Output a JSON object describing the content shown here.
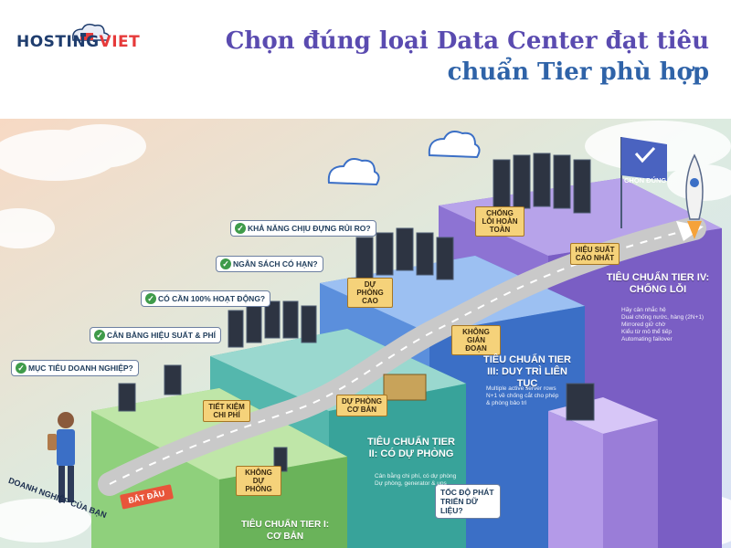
{
  "brand": {
    "name_part1": "HOSTING",
    "name_part2": "VIET"
  },
  "title": {
    "line1": "Chọn đúng loại Data Center đạt tiêu",
    "line2": "chuẩn Tier phù hợp"
  },
  "questions": [
    "KHẢ NĂNG CHỊU ĐỰNG RỦI RO?",
    "NGÂN SÁCH CÓ HẠN?",
    "CÓ CẦN 100% HOẠT ĐỘNG?",
    "CÂN BẰNG HIỆU SUẤT & PHÍ",
    "MỤC TIÊU DOANH NGHIỆP?"
  ],
  "signs": {
    "tiet_kiem": "TIẾT KIỆM CHI PHÍ",
    "khong_du_phong": "KHÔNG DỰ PHÒNG",
    "du_phong_co_ban": "DỰ PHÒNG CƠ BẢN",
    "du_phong_cao": "DỰ PHÒNG CAO",
    "khong_gian_doan": "KHÔNG GIÁN ĐOẠN",
    "chong_loi_hoan_toan": "CHỐNG LỖI HOÀN TOÀN",
    "hieu_suat_cao_nhat": "HIỆU SUẤT CAO NHẤT",
    "toc_do": "TỐC ĐỘ PHÁT TRIỂN DỮ LIỆU?"
  },
  "tiers": {
    "t1": "TIÊU CHUẨN TIER I: CƠ BẢN",
    "t2": "TIÊU CHUẨN TIER II: CÓ DỰ PHÒNG",
    "t3": "TIÊU CHUẨN TIER III: DUY TRÌ LIÊN TỤC",
    "t4": "TIÊU CHUẨN TIER IV: CHỐNG LỖI"
  },
  "descs": {
    "t2": [
      "Cân bằng chi phí, có dự phòng",
      "Dự phòng, generator & ups"
    ],
    "t3": [
      "Multiple active server rows",
      "N+1 về chống cắt cho phép",
      "& phòng bảo trì"
    ],
    "t4": [
      "Hãy cân nhắc hệ",
      "Dual chống nước, hàng (2N+1)",
      "Mirrored giữ chờ",
      "Kiểu từ mô thể tiếp",
      "Automating failover"
    ]
  },
  "start_label": "BẮT ĐẦU",
  "company_label": "DOANH NGHIỆP CỦA BẠN",
  "flag_label": "CHỌN ĐÚNG",
  "colors": {
    "tier1": "#7cc46a",
    "tier2": "#38a39a",
    "tier3": "#3b6fc6",
    "tier4": "#7a5ec4",
    "sign": "#f5d27a",
    "start": "#e8553a",
    "title1": "#5a4bb0",
    "title2": "#2f63a8"
  }
}
